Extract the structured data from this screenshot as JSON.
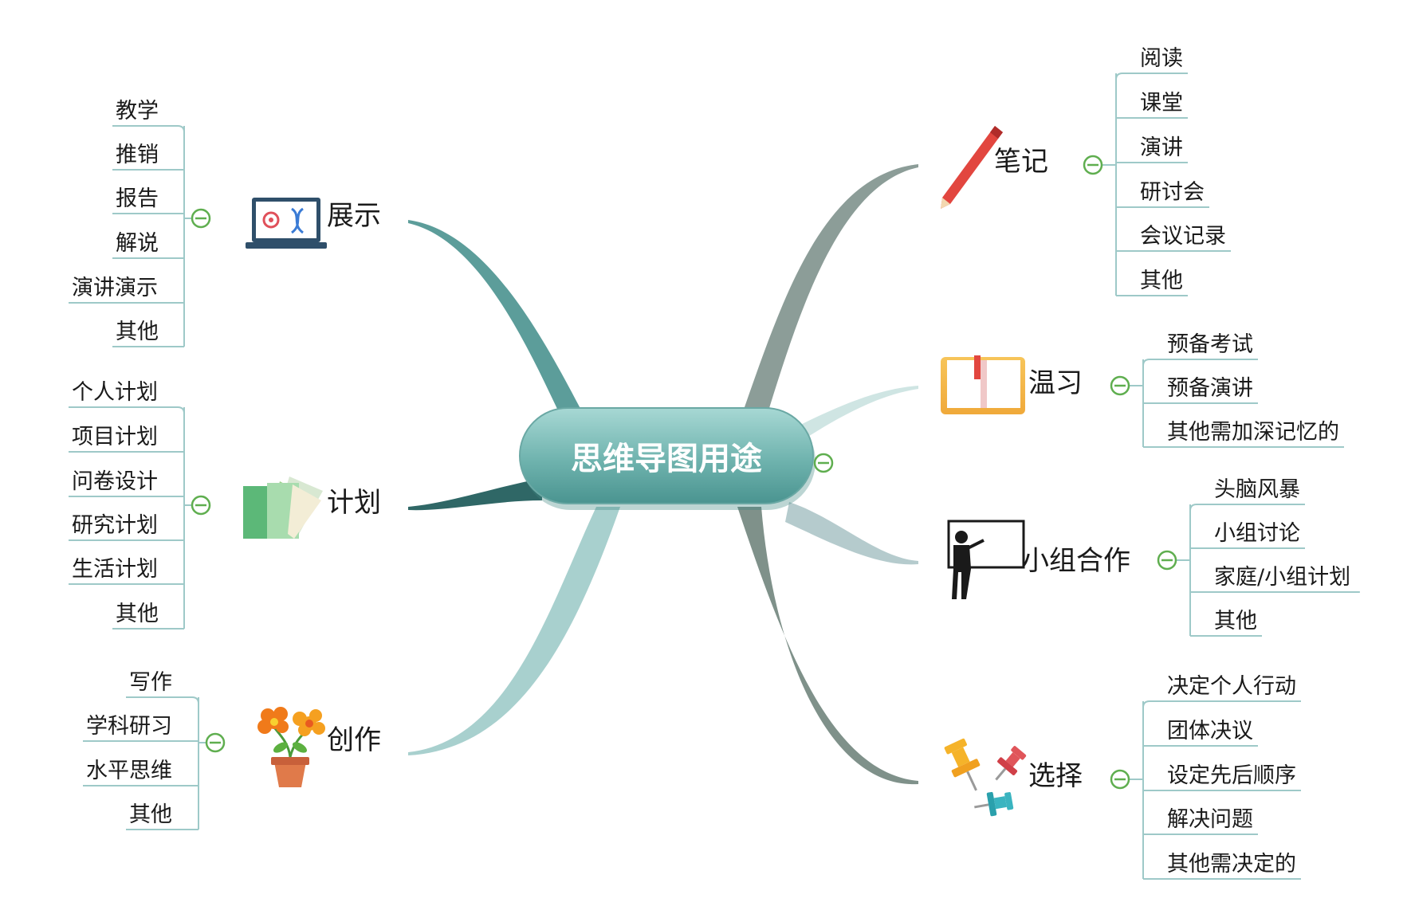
{
  "center": {
    "title": "思维导图用途",
    "collapse_icon": "minus-circle-icon"
  },
  "colors": {
    "center_fill_top": "#9fd3cf",
    "center_fill_bottom": "#4f9a96",
    "leaf_line": "#9ec9c8",
    "toggle": "#5fae4f"
  },
  "branches": [
    {
      "id": "display",
      "label": "展示",
      "icon": "laptop-icon",
      "side": "left",
      "items": [
        "教学",
        "推销",
        "报告",
        "解说",
        "演讲演示",
        "其他"
      ]
    },
    {
      "id": "plan",
      "label": "计划",
      "icon": "folders-icon",
      "side": "left",
      "items": [
        "个人计划",
        "项目计划",
        "问卷设计",
        "研究计划",
        "生活计划",
        "其他"
      ]
    },
    {
      "id": "create",
      "label": "创作",
      "icon": "flower-pot-icon",
      "side": "left",
      "items": [
        "写作",
        "学科研习",
        "水平思维",
        "其他"
      ]
    },
    {
      "id": "notes",
      "label": "笔记",
      "icon": "pencil-icon",
      "side": "right",
      "items": [
        "阅读",
        "课堂",
        "演讲",
        "研讨会",
        "会议记录",
        "其他"
      ]
    },
    {
      "id": "review",
      "label": "温习",
      "icon": "book-icon",
      "side": "right",
      "items": [
        "预备考试",
        "预备演讲",
        "其他需加深记忆的"
      ]
    },
    {
      "id": "team",
      "label": "小组合作",
      "icon": "presenter-board-icon",
      "side": "right",
      "items": [
        "头脑风暴",
        "小组讨论",
        "家庭/小组计划",
        "其他"
      ]
    },
    {
      "id": "choose",
      "label": "选择",
      "icon": "pushpins-icon",
      "side": "right",
      "items": [
        "决定个人行动",
        "团体决议",
        "设定先后顺序",
        "解决问题",
        "其他需决定的"
      ]
    }
  ]
}
